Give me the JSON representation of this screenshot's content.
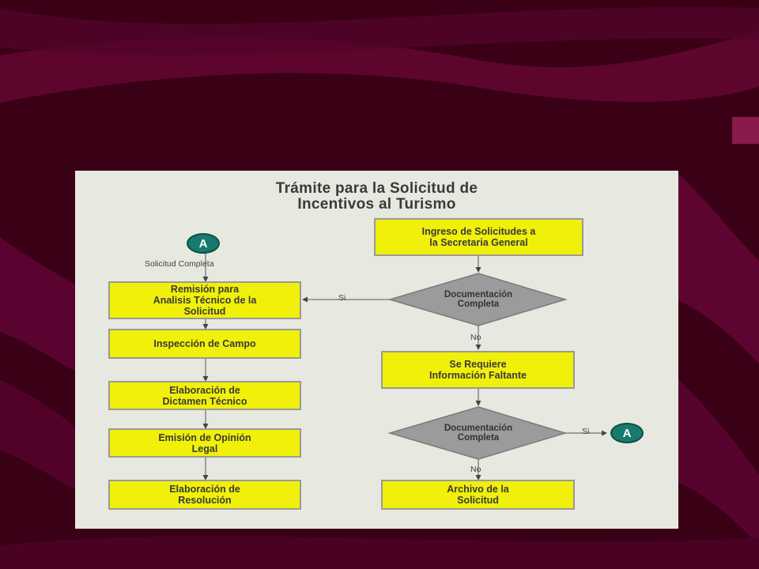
{
  "title_line1": "Trámite para la Solicitud de",
  "title_line2": "Incentivos al Turismo",
  "connector_label": "A",
  "boxes": {
    "ingreso": "Ingreso de Solicitudes a\nla Secretaria General",
    "remision": "Remisión para\nAnalisis Técnico de la\nSolicitud",
    "inspeccion": "Inspección de Campo",
    "dictamen": "Elaboración de\nDictamen Técnico",
    "opinion": "Emisión de Opinión\nLegal",
    "resolucion": "Elaboración de\nResolución",
    "faltante": "Se Requiere\nInformación Faltante",
    "archivo": "Archivo de la\nSolicitud"
  },
  "decisions": {
    "doc1": "Documentación\nCompleta",
    "doc2": "Documentación\nCompleta"
  },
  "labels": {
    "solicitud_completa": "Solicitud Completa",
    "si1": "Si",
    "no1": "No",
    "si2": "Si",
    "no2": "No"
  },
  "colors": {
    "slide_bg": "#3d0016",
    "ribbon": "#6a0632",
    "panel": "#e7e8e0",
    "box_fill": "#f0f00a",
    "decision_fill": "#9b9b9b",
    "connector_fill": "#167a6e"
  }
}
